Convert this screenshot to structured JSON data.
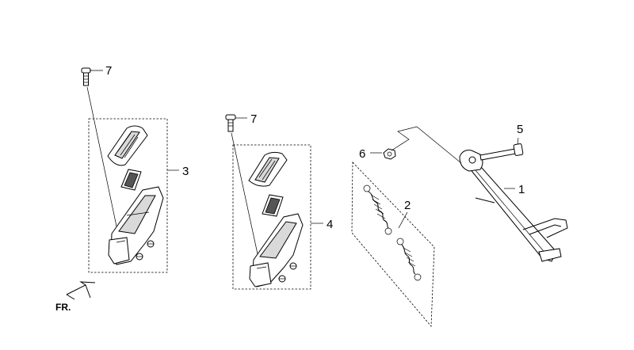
{
  "callouts": {
    "c1": "1",
    "c2": "2",
    "c3": "3",
    "c4": "4",
    "c5": "5",
    "c6": "6",
    "c7a": "7",
    "c7b": "7"
  },
  "direction_label": "FR."
}
